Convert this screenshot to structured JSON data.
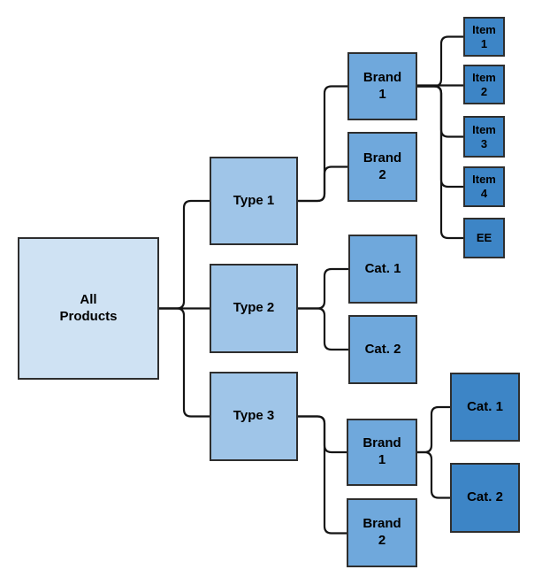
{
  "diagram": {
    "type": "tree",
    "palette": {
      "background": "#ffffff",
      "level1_fill": "#cfe2f3",
      "level2_fill": "#9fc5e8",
      "level3_fill": "#6fa8dc",
      "level4_fill": "#3d85c6",
      "border": "#2e2e2e",
      "connector": "#141414",
      "text": "#000000"
    },
    "nodes": {
      "all_products": {
        "label": "All\nProducts",
        "level": 1
      },
      "type1": {
        "label": "Type 1",
        "level": 2
      },
      "type2": {
        "label": "Type 2",
        "level": 2
      },
      "type3": {
        "label": "Type 3",
        "level": 2
      },
      "t1_brand1": {
        "label": "Brand\n1",
        "level": 3
      },
      "t1_brand2": {
        "label": "Brand\n2",
        "level": 3
      },
      "t2_cat1": {
        "label": "Cat. 1",
        "level": 3
      },
      "t2_cat2": {
        "label": "Cat. 2",
        "level": 3
      },
      "t3_brand1": {
        "label": "Brand\n1",
        "level": 3
      },
      "t3_brand2": {
        "label": "Brand\n2",
        "level": 3
      },
      "item1": {
        "label": "Item\n1",
        "level": 4
      },
      "item2": {
        "label": "Item\n2",
        "level": 4
      },
      "item3": {
        "label": "Item\n3",
        "level": 4
      },
      "item4": {
        "label": "Item\n4",
        "level": 4
      },
      "ee": {
        "label": "EE",
        "level": 4
      },
      "t3b1_cat1": {
        "label": "Cat. 1",
        "level": 4
      },
      "t3b1_cat2": {
        "label": "Cat. 2",
        "level": 4
      }
    },
    "edges": [
      {
        "from": "all_products",
        "to": "type1"
      },
      {
        "from": "all_products",
        "to": "type2"
      },
      {
        "from": "all_products",
        "to": "type3"
      },
      {
        "from": "type1",
        "to": "t1_brand1"
      },
      {
        "from": "type1",
        "to": "t1_brand2"
      },
      {
        "from": "t1_brand1",
        "to": "item1"
      },
      {
        "from": "t1_brand1",
        "to": "item2"
      },
      {
        "from": "t1_brand1",
        "to": "item3"
      },
      {
        "from": "t1_brand1",
        "to": "item4"
      },
      {
        "from": "t1_brand1",
        "to": "ee"
      },
      {
        "from": "type2",
        "to": "t2_cat1"
      },
      {
        "from": "type2",
        "to": "t2_cat2"
      },
      {
        "from": "type3",
        "to": "t3_brand1"
      },
      {
        "from": "type3",
        "to": "t3_brand2"
      },
      {
        "from": "t3_brand1",
        "to": "t3b1_cat1"
      },
      {
        "from": "t3_brand1",
        "to": "t3b1_cat2"
      }
    ]
  }
}
